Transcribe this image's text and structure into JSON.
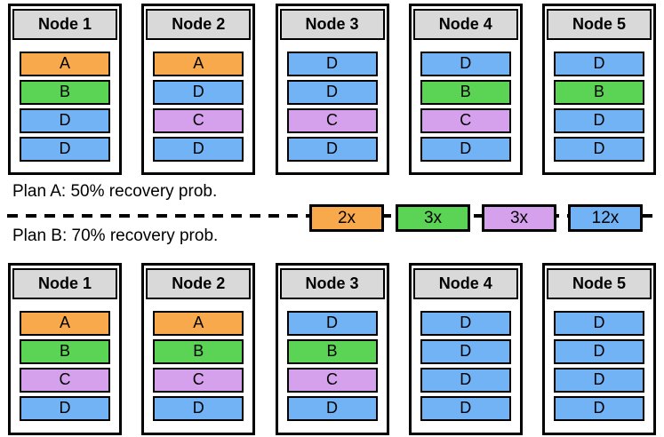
{
  "plans": {
    "plan_a_label": "Plan A: 50% recovery prob.",
    "plan_b_label": "Plan B: 70% recovery prob."
  },
  "colors": {
    "A": "#F8A94C",
    "B": "#5BD355",
    "C": "#D5A0EC",
    "D": "#71B3F5",
    "header_gray": "#D9D9D9",
    "border_black": "#000000"
  },
  "legend": {
    "items": [
      {
        "label": "2x",
        "color_key": "A"
      },
      {
        "label": "3x",
        "color_key": "B"
      },
      {
        "label": "3x",
        "color_key": "C"
      },
      {
        "label": "12x",
        "color_key": "D"
      }
    ]
  },
  "plan_a_row": {
    "nodes": [
      {
        "title": "Node 1",
        "blocks": [
          "A",
          "B",
          "D",
          "D"
        ]
      },
      {
        "title": "Node 2",
        "blocks": [
          "A",
          "D",
          "C",
          "D"
        ]
      },
      {
        "title": "Node 3",
        "blocks": [
          "D",
          "D",
          "C",
          "D"
        ]
      },
      {
        "title": "Node 4",
        "blocks": [
          "D",
          "B",
          "C",
          "D"
        ]
      },
      {
        "title": "Node 5",
        "blocks": [
          "D",
          "B",
          "D",
          "D"
        ]
      }
    ]
  },
  "plan_b_row": {
    "nodes": [
      {
        "title": "Node 1",
        "blocks": [
          "A",
          "B",
          "C",
          "D"
        ]
      },
      {
        "title": "Node 2",
        "blocks": [
          "A",
          "B",
          "C",
          "D"
        ]
      },
      {
        "title": "Node 3",
        "blocks": [
          "D",
          "B",
          "C",
          "D"
        ]
      },
      {
        "title": "Node 4",
        "blocks": [
          "D",
          "D",
          "D",
          "D"
        ]
      },
      {
        "title": "Node 5",
        "blocks": [
          "D",
          "D",
          "D",
          "D"
        ]
      }
    ]
  }
}
